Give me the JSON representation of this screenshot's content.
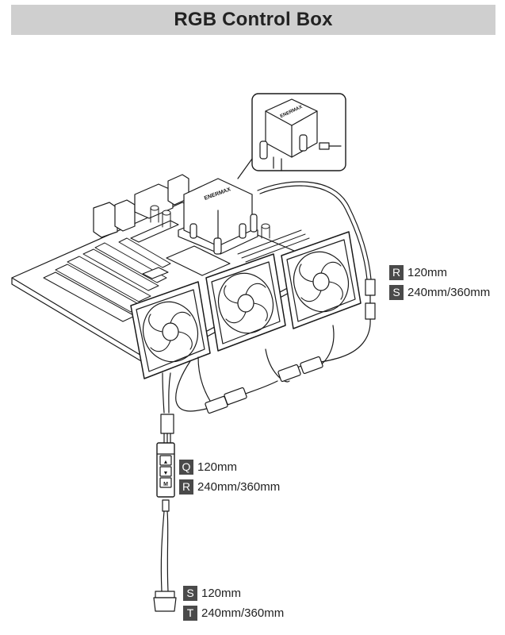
{
  "title": "RGB Control Box",
  "brand_mark": "ENERMAX",
  "labels": {
    "top_r": {
      "letter": "R",
      "text": "120mm"
    },
    "top_s": {
      "letter": "S",
      "text": "240mm/360mm"
    },
    "mid_q": {
      "letter": "Q",
      "text": "120mm"
    },
    "mid_r": {
      "letter": "R",
      "text": "240mm/360mm"
    },
    "bot_s": {
      "letter": "S",
      "text": "120mm"
    },
    "bot_t": {
      "letter": "T",
      "text": "240mm/360mm"
    }
  },
  "controller_buttons": {
    "up": "▲",
    "down": "▼",
    "mode": "M"
  }
}
